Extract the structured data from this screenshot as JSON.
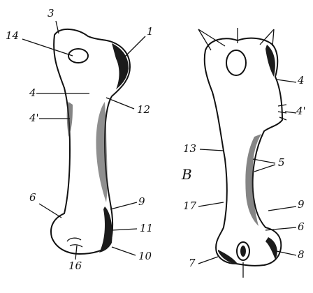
{
  "figure": {
    "left_bone": {
      "labels": [
        "3",
        "14",
        "1",
        "4",
        "12",
        "4'",
        "6",
        "9",
        "11",
        "10",
        "16"
      ]
    },
    "right_bone": {
      "view_letter": "B",
      "labels": [
        "4",
        "4'",
        "13",
        "5",
        "17",
        "9",
        "6",
        "7",
        "8"
      ]
    }
  }
}
